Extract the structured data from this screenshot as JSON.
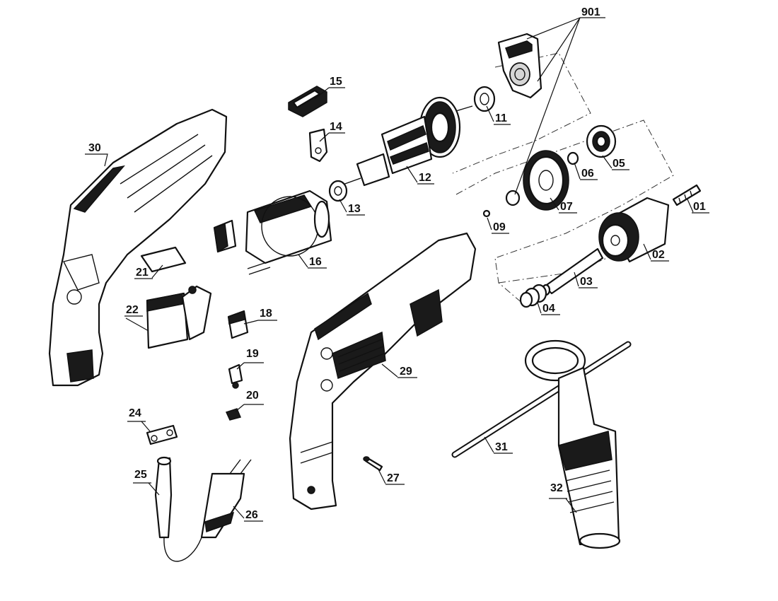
{
  "callouts": {
    "p901": "901",
    "p15": "15",
    "p14": "14",
    "p11": "11",
    "p12": "12",
    "p13": "13",
    "p30": "30",
    "p05": "05",
    "p06": "06",
    "p07": "07",
    "p01": "01",
    "p09": "09",
    "p16": "16",
    "p02": "02",
    "p21": "21",
    "p03": "03",
    "p22": "22",
    "p04": "04",
    "p18": "18",
    "p19": "19",
    "p29": "29",
    "p20": "20",
    "p24": "24",
    "p31": "31",
    "p25": "25",
    "p27": "27",
    "p32": "32",
    "p26": "26"
  }
}
